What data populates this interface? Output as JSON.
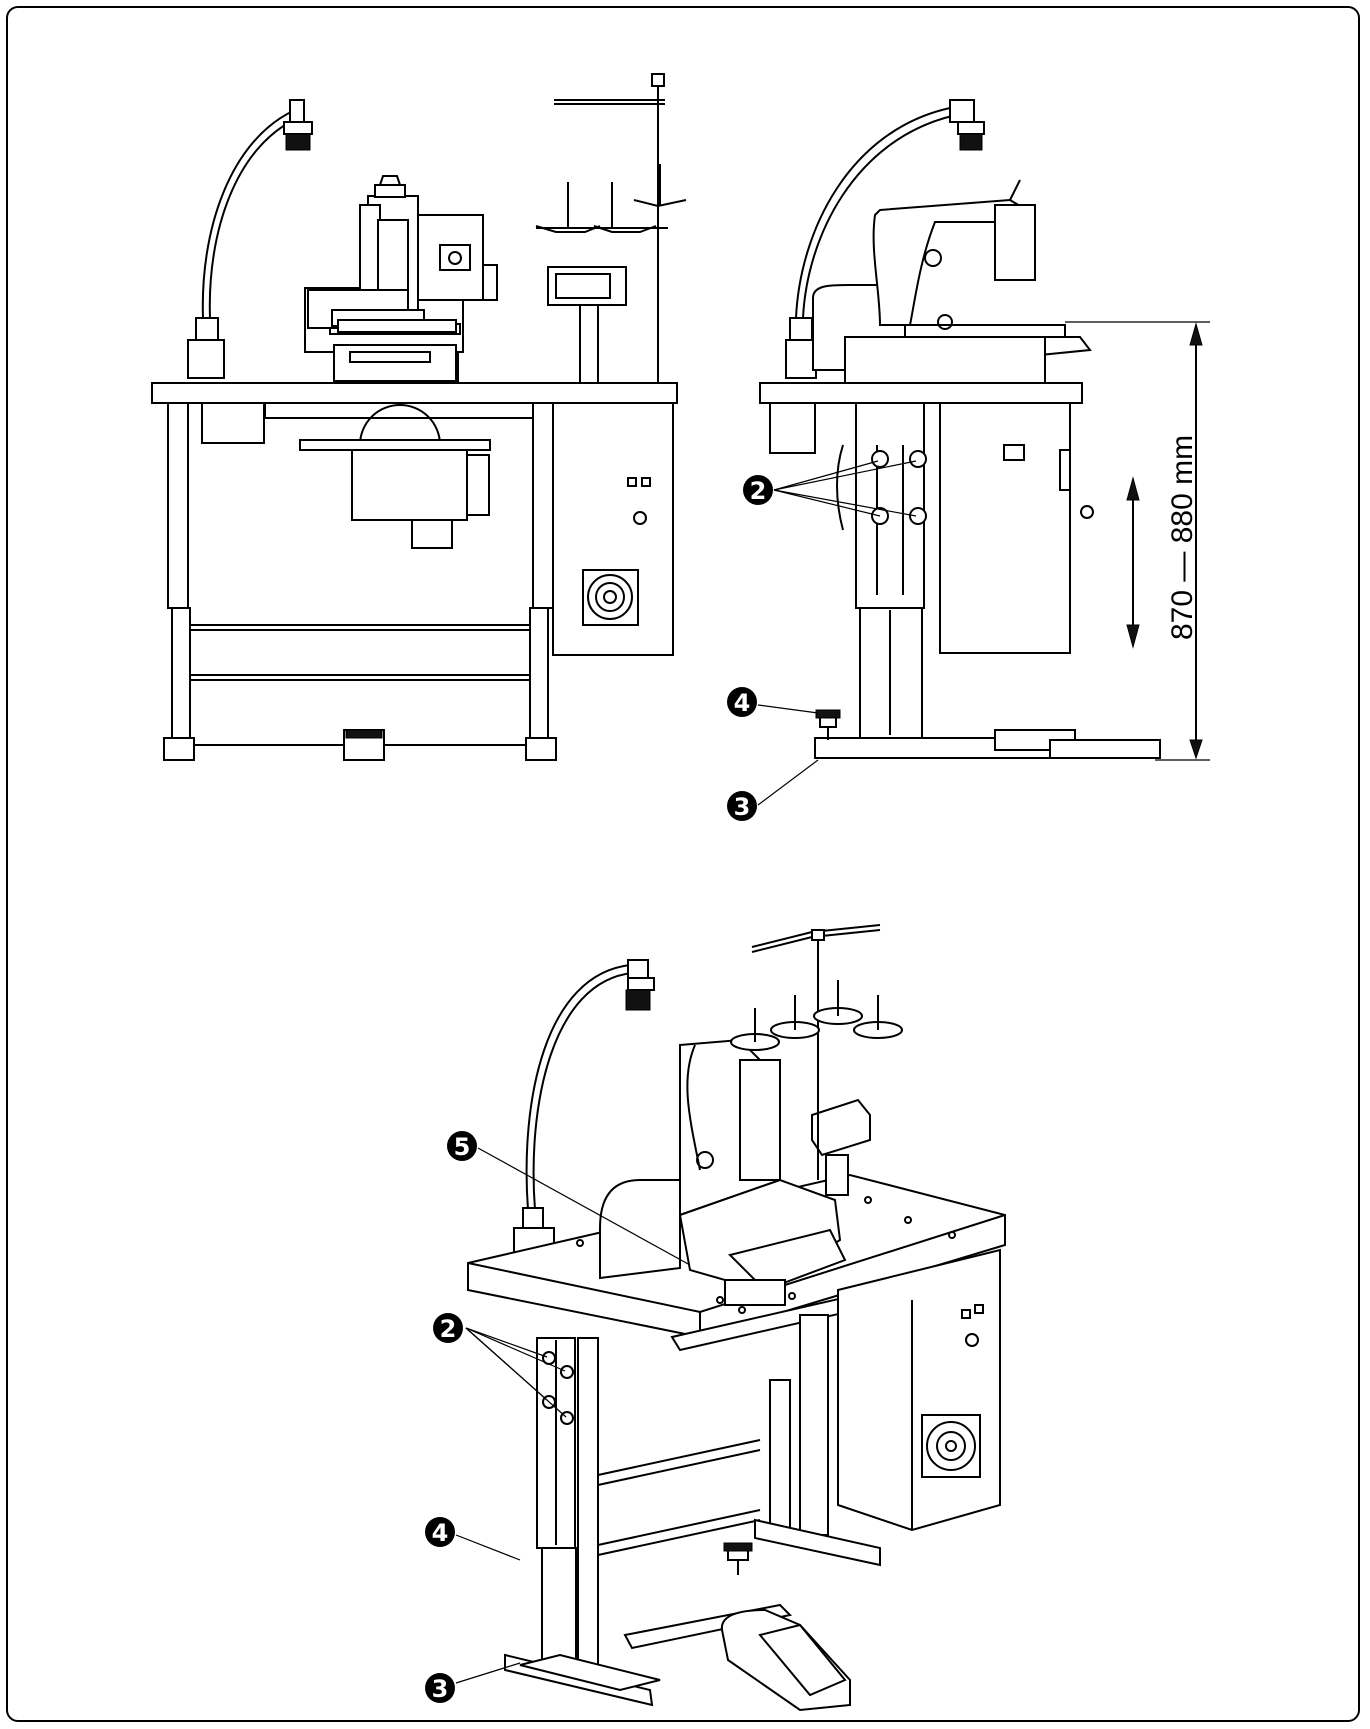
{
  "callouts": {
    "c2": "2",
    "c3": "3",
    "c4": "4",
    "c5": "5"
  },
  "dimension": {
    "height_range": "870 — 880 mm"
  },
  "colors": {
    "line": "#000000",
    "background": "#ffffff"
  }
}
